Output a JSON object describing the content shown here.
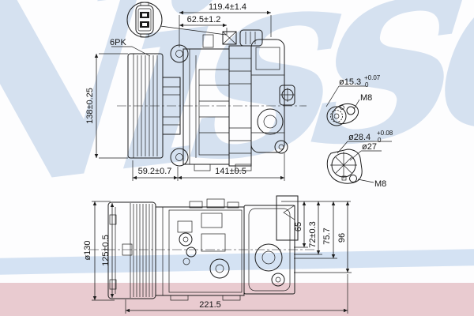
{
  "theme": {
    "paper": "#fdfdfe",
    "line_color": "#1c1c1c",
    "wm_color": "#b6cbe6",
    "band_blue": "#cfdff2",
    "band_pink": "#e9cbd0"
  },
  "watermark": {
    "brand": "Nissens"
  },
  "drawing": {
    "top_view": {
      "dim_total_width": "119.4±1.4",
      "dim_front_section": "62.5±1.2",
      "belt_type": "6PK",
      "dim_pulley_diameter": "138±0.25",
      "dim_pulley_to_mount": "59.2±0.7",
      "dim_body_length": "141±0.5"
    },
    "ports": {
      "small": {
        "diameter": "ø15.3",
        "tolerance_upper": "+0.07",
        "tolerance_lower": "0",
        "thread": "M8"
      },
      "large": {
        "diameter": "ø28.4",
        "tolerance_upper": "+0.08",
        "tolerance_lower": "0",
        "inner_diameter": "ø27",
        "thread": "M8"
      }
    },
    "bottom_view": {
      "dim_pulley_outer_diameter": "ø130",
      "dim_belt_line_diameter": "125±0.5",
      "dim_overall_length": "221.5",
      "dim_offset_a": "65",
      "dim_offset_b": "72±0.3",
      "dim_offset_c": "75.7",
      "dim_offset_d": "96"
    }
  }
}
